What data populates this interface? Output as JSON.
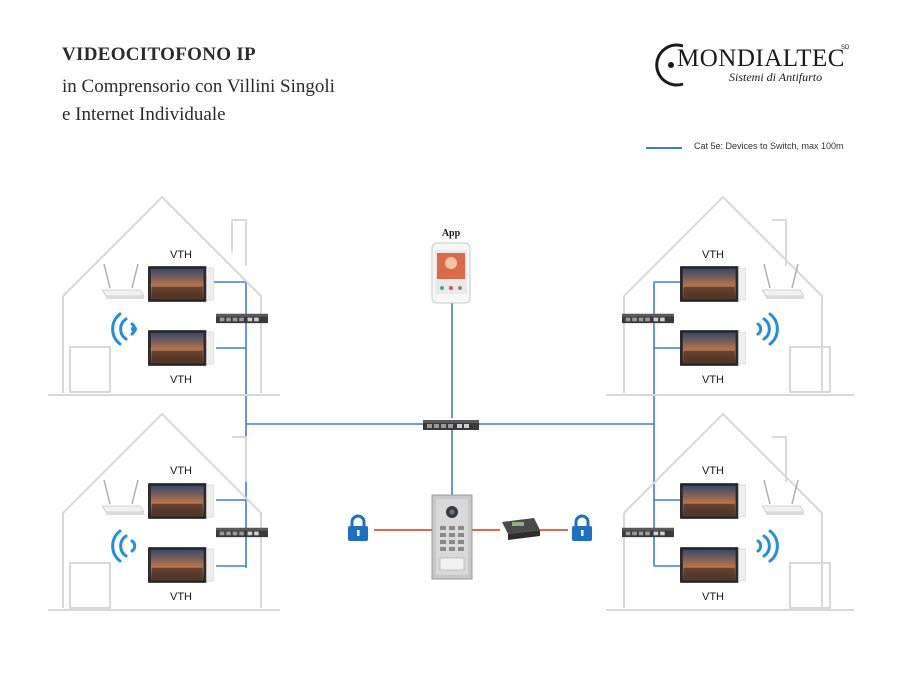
{
  "title": {
    "line1": "VIDEOCITOFONO IP",
    "line2": "in Comprensorio con Villini Singoli",
    "line3": "e Internet Individuale"
  },
  "logo": {
    "main": "MONDIALTEC",
    "sub": "Sistemi di Antifurto",
    "mark": "SD"
  },
  "legend": {
    "label": "Cat 5e: Devices to Switch, max 100m",
    "color": "#3d7fd6"
  },
  "labels": {
    "vth": "VTH",
    "app": "App"
  },
  "colors": {
    "cat5e": "#3d7fd6",
    "lock_link": "#d9552b",
    "lock": "#1f6fc4",
    "wifi": "#1f8fe0",
    "house": "#d8d8d8",
    "monitor_frame": "#2a2a2a"
  },
  "icons": [
    "house-outline",
    "monitor-vth",
    "router",
    "wifi-icon",
    "poe-switch",
    "smartphone",
    "door-station",
    "lock-icon",
    "lock-controller"
  ]
}
